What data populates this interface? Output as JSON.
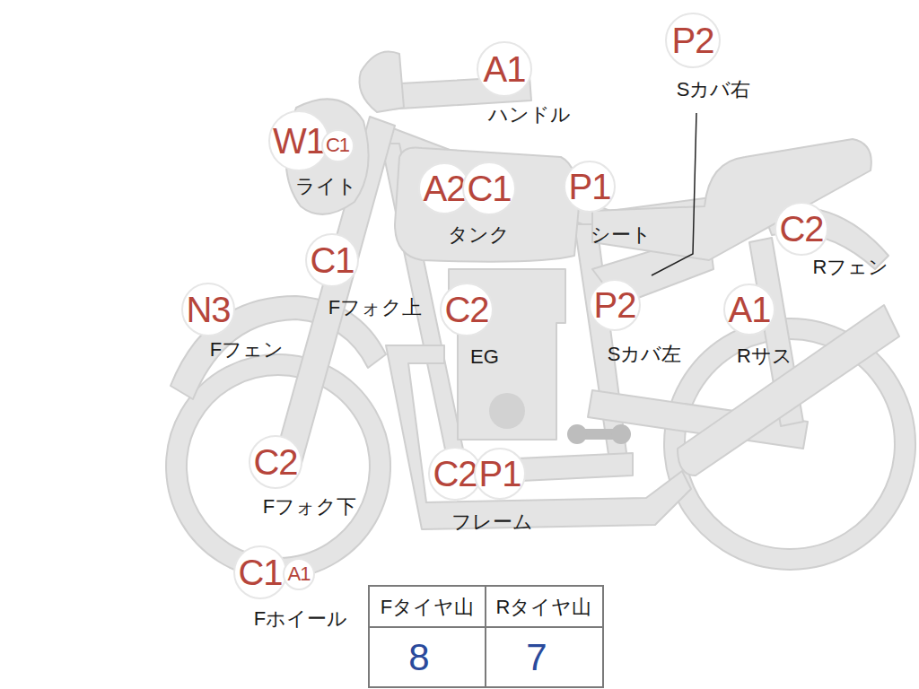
{
  "diagram": {
    "nodes": [
      {
        "text": [
          "A1"
        ]
      },
      {
        "text": [
          "P2"
        ]
      },
      {
        "text": [
          "W1"
        ]
      },
      {
        "text": [
          "C1"
        ]
      },
      {
        "text": [
          "A2"
        ]
      },
      {
        "text": [
          "C1"
        ]
      },
      {
        "text": [
          "P1"
        ]
      },
      {
        "text": [
          "C2"
        ]
      },
      {
        "text": [
          "C1"
        ]
      },
      {
        "text": [
          "N3"
        ]
      },
      {
        "text": [
          "C2"
        ]
      },
      {
        "text": [
          "P2"
        ]
      },
      {
        "text": [
          "A1"
        ]
      },
      {
        "text": [
          "C2"
        ]
      },
      {
        "text": [
          "C2"
        ]
      },
      {
        "text": [
          "P1"
        ]
      },
      {
        "text": [
          "C1"
        ]
      },
      {
        "text": [
          "A1"
        ]
      }
    ],
    "labels": [
      "ハンドル",
      "Sカバ右",
      "ライト",
      "タンク",
      "シート",
      "Rフェン",
      "Fフォク上",
      "Fフェン",
      "EG",
      "Sカバ左",
      "Rサス",
      "Fフォク下",
      "フレーム",
      "Fホイール",
      "Fタイヤ山",
      "Rタイヤ山",
      "8",
      "7"
    ]
  }
}
